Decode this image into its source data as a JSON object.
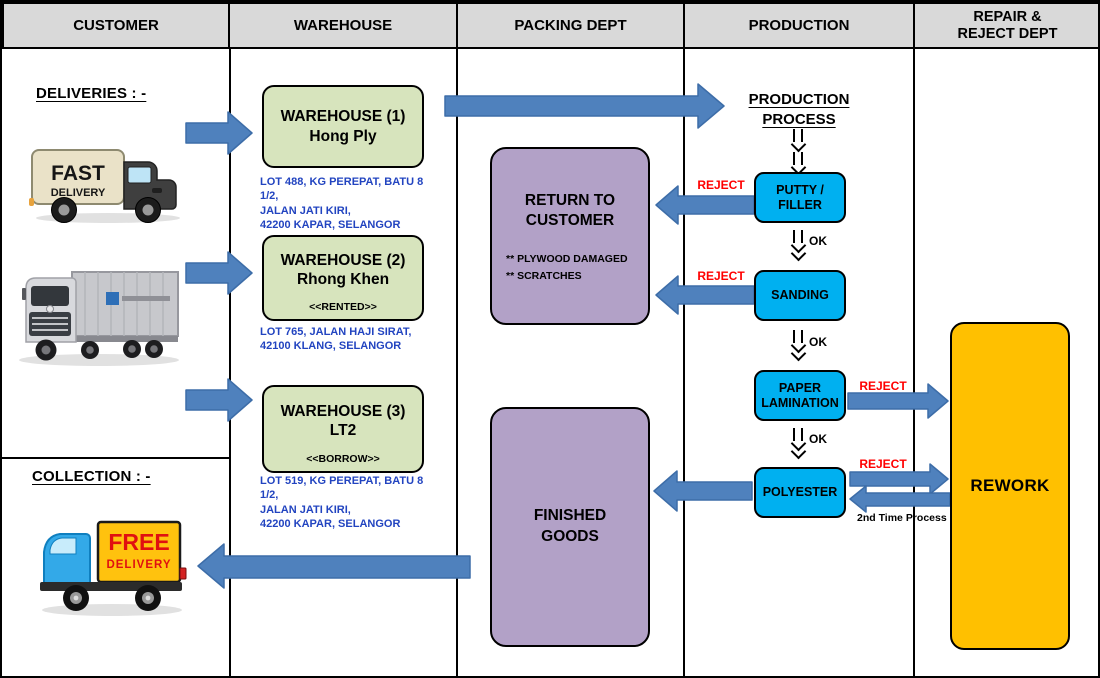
{
  "lanes": [
    "CUSTOMER",
    "WAREHOUSE",
    "PACKING DEPT",
    "PRODUCTION",
    "REPAIR &\nREJECT DEPT"
  ],
  "customer": {
    "deliveries_label": "DELIVERIES : -",
    "collection_label": "COLLECTION : -",
    "fast_truck": {
      "line1": "FAST",
      "line2": "DELIVERY"
    },
    "free_truck": {
      "line1": "FREE",
      "line2": "DELIVERY"
    }
  },
  "warehouses": [
    {
      "title": "WAREHOUSE (1)",
      "name": "Hong Ply",
      "tag": "",
      "address": "LOT 488, KG PEREPAT, BATU 8 1/2,\nJALAN JATI KIRI,\n42200 KAPAR, SELANGOR"
    },
    {
      "title": "WAREHOUSE (2)",
      "name": "Rhong Khen",
      "tag": "<<RENTED>>",
      "address": "LOT 765, JALAN HAJI SIRAT,\n42100 KLANG, SELANGOR"
    },
    {
      "title": "WAREHOUSE (3)",
      "name": "LT2",
      "tag": "<<BORROW>>",
      "address": "LOT 519, KG PEREPAT, BATU 8 1/2,\nJALAN JATI KIRI,\n42200 KAPAR, SELANGOR"
    }
  ],
  "packing": {
    "return_title": "RETURN TO\nCUSTOMER",
    "return_notes": [
      "** PLYWOOD DAMAGED",
      "** SCRATCHES"
    ],
    "finished_title": "FINISHED\nGOODS"
  },
  "production": {
    "title": "PRODUCTION\nPROCESS",
    "steps": [
      "PUTTY /\nFILLER",
      "SANDING",
      "PAPER\nLAMINATION",
      "POLYESTER"
    ],
    "ok": "OK",
    "reject": "REJECT",
    "second_time": "2nd Time Process"
  },
  "repair": {
    "rework": "REWORK"
  },
  "colors": {
    "arrow_blue": "#4F81BD",
    "warehouse_green": "#D7E4BD",
    "packing_purple": "#B2A1C7",
    "process_cyan": "#00B0F0",
    "rework_yellow": "#FFC000",
    "reject_red": "#FF0000",
    "address_blue": "#2244C0",
    "header_gray": "#D9D9D9"
  }
}
